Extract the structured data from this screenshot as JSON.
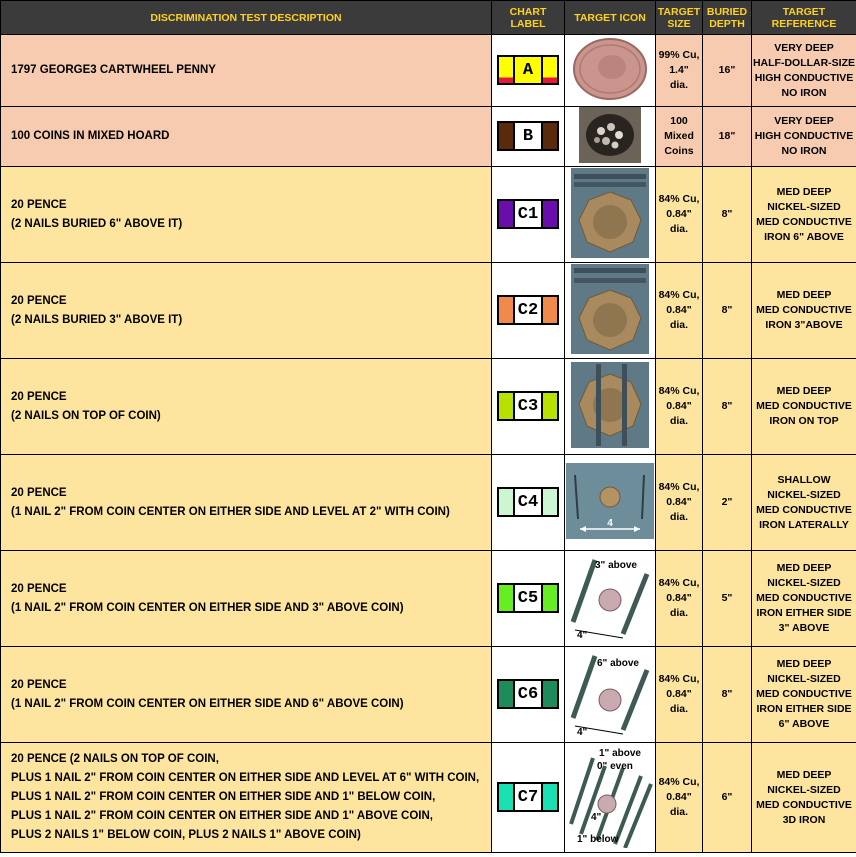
{
  "headers": {
    "description": "DISCRIMINATION TEST DESCRIPTION",
    "chart_label": "CHART LABEL",
    "target_icon": "TARGET ICON",
    "target_size_1": "TARGET",
    "target_size_2": "SIZE",
    "buried_1": "BURIED",
    "buried_2": "DEPTH",
    "ref_1": "TARGET",
    "ref_2": "REFERENCE"
  },
  "colors": {
    "header_bg": "#3b3b3b",
    "header_text": "#ffd21e",
    "row_pink": "#f7cbb0",
    "row_yellow": "#fee59f"
  },
  "rows": [
    {
      "desc": [
        "1797 GEORGE3 CARTWHEEL PENNY"
      ],
      "label": "A",
      "chip_color": "#ffff00",
      "icon": "cartwheel-penny-photo",
      "size": [
        "99% Cu,",
        "1.4\"",
        "dia."
      ],
      "depth": "16\"",
      "ref": [
        "VERY DEEP",
        "HALF-DOLLAR-SIZE",
        "HIGH CONDUCTIVE",
        "NO IRON"
      ]
    },
    {
      "desc": [
        "100 COINS IN MIXED HOARD"
      ],
      "label": "B",
      "chip_color": "#5a2a0c",
      "icon": "coin-hoard-photo",
      "size": [
        "100",
        "Mixed",
        "Coins"
      ],
      "depth": "18\"",
      "ref": [
        "VERY DEEP",
        "HIGH CONDUCTIVE",
        "NO IRON"
      ]
    },
    {
      "desc": [
        "20 PENCE",
        "(2 NAILS BURIED 6\" ABOVE IT)"
      ],
      "label": "C1",
      "chip_color": "#6a0dad",
      "icon": "coin-nails-above-photo",
      "size": [
        "84% Cu,",
        "0.84\"",
        "dia."
      ],
      "depth": "8\"",
      "ref": [
        "MED DEEP",
        "NICKEL-SIZED",
        "MED CONDUCTIVE",
        "IRON 6\" ABOVE"
      ]
    },
    {
      "desc": [
        "20 PENCE",
        "(2 NAILS BURIED 3\" ABOVE IT)"
      ],
      "label": "C2",
      "chip_color": "#f08a4b",
      "icon": "coin-nails-above-photo",
      "size": [
        "84% Cu,",
        "0.84\"",
        "dia."
      ],
      "depth": "8\"",
      "ref": [
        "MED DEEP",
        "MED CONDUCTIVE",
        "IRON 3\"ABOVE"
      ]
    },
    {
      "desc": [
        "20 PENCE",
        "(2 NAILS ON TOP OF COIN)"
      ],
      "label": "C3",
      "chip_color": "#b8e000",
      "icon": "coin-nails-on-top-photo",
      "size": [
        "84% Cu,",
        "0.84\"",
        "dia."
      ],
      "depth": "8\"",
      "ref": [
        "MED DEEP",
        "MED CONDUCTIVE",
        "IRON ON TOP"
      ]
    },
    {
      "desc": [
        "20 PENCE",
        "(1 NAIL 2\"  FROM COIN CENTER ON EITHER SIDE AND LEVEL AT 2\"  WITH COIN)"
      ],
      "label": "C4",
      "chip_color": "#ccf5d2",
      "icon": "coin-nails-side-photo",
      "icon_label": "4",
      "size": [
        "84% Cu,",
        "0.84\"",
        "dia."
      ],
      "depth": "2\"",
      "ref": [
        "SHALLOW",
        "NICKEL-SIZED",
        "MED CONDUCTIVE",
        "IRON LATERALLY"
      ]
    },
    {
      "desc": [
        "20 PENCE",
        "(1 NAIL 2\" FROM COIN CENTER ON EITHER SIDE AND 3\" ABOVE COIN)"
      ],
      "label": "C5",
      "chip_color": "#66ee22",
      "icon": "coin-nails-diagram",
      "icon_top": "3\" above",
      "icon_bottom": "4\"",
      "size": [
        "84% Cu,",
        "0.84\"",
        "dia."
      ],
      "depth": "5\"",
      "ref": [
        "MED DEEP",
        "NICKEL-SIZED",
        "MED CONDUCTIVE",
        "IRON EITHER SIDE",
        "3\" ABOVE"
      ]
    },
    {
      "desc": [
        "20 PENCE",
        "(1 NAIL 2\" FROM COIN CENTER ON EITHER SIDE AND 6\" ABOVE COIN)"
      ],
      "label": "C6",
      "chip_color": "#1e8b5a",
      "icon": "coin-nails-diagram",
      "icon_top": "6\" above",
      "icon_bottom": "4\"",
      "size": [
        "84% Cu,",
        "0.84\"",
        "dia."
      ],
      "depth": "8\"",
      "ref": [
        "MED DEEP",
        "NICKEL-SIZED",
        "MED CONDUCTIVE",
        "IRON EITHER SIDE",
        "6\" ABOVE"
      ]
    },
    {
      "desc": [
        "20 PENCE (2 NAILS ON TOP OF COIN,",
        "PLUS 1 NAIL 2\" FROM COIN CENTER ON EITHER SIDE AND LEVEL AT 6\" WITH COIN,",
        "PLUS 1 NAIL 2\" FROM COIN CENTER ON EITHER SIDE AND 1\" BELOW COIN,",
        "PLUS 1 NAIL 2\" FROM COIN CENTER ON EITHER SIDE AND 1\" ABOVE COIN,",
        "PLUS 2 NAILS 1\" BELOW COIN, PLUS 2 NAILS 1\" ABOVE COIN)"
      ],
      "label": "C7",
      "chip_color": "#19e0b0",
      "icon": "coin-3d-iron-diagram",
      "icon_l1": "1\" above",
      "icon_l2": "0\" even",
      "icon_l3": "4\"",
      "icon_l4": "1\" below",
      "size": [
        "84% Cu,",
        "0.84\"",
        "dia."
      ],
      "depth": "6\"",
      "ref": [
        "MED DEEP",
        "NICKEL-SIZED",
        "MED CONDUCTIVE",
        "3D IRON"
      ]
    }
  ]
}
